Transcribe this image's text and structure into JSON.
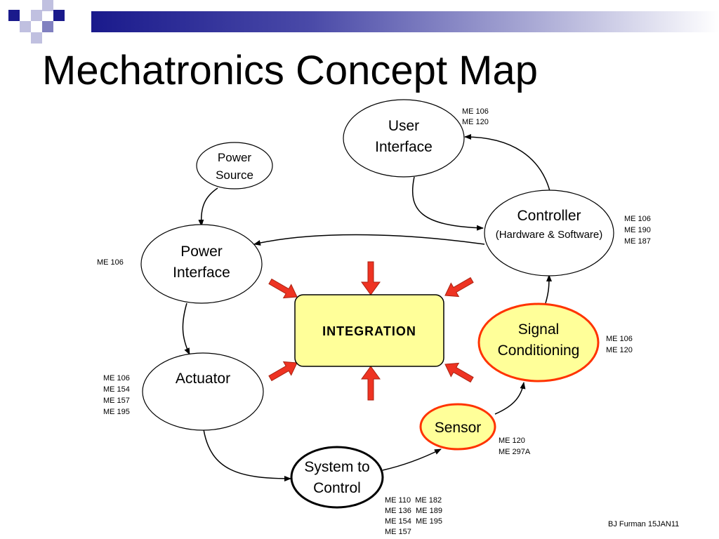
{
  "slide": {
    "title": "Mechatronics Concept Map",
    "footer": "BJ Furman 15JAN11"
  },
  "colors": {
    "header_dark": "#1a1a8c",
    "header_mid": "#8080c0",
    "header_light": "#c0c0e0",
    "highlight_fill": "#ffff99",
    "highlight_border": "#ff3300",
    "integration_fill": "#ffff99",
    "arrow_red": "#ee3322",
    "line": "#000000"
  },
  "nodes": {
    "user_interface": {
      "lines": [
        "User",
        "Interface"
      ],
      "courses": [
        "ME 106",
        "ME 120"
      ]
    },
    "power_source": {
      "lines": [
        "Power",
        "Source"
      ]
    },
    "controller": {
      "lines": [
        "Controller",
        "(Hardware & Software)"
      ],
      "courses": [
        "ME 106",
        "ME 190",
        "ME 187"
      ]
    },
    "power_interface": {
      "lines": [
        "Power",
        "Interface"
      ],
      "courses": [
        "ME 106"
      ]
    },
    "integration": {
      "label": "INTEGRATION"
    },
    "signal_conditioning": {
      "lines": [
        "Signal",
        "Conditioning"
      ],
      "courses": [
        "ME 106",
        "ME 120"
      ]
    },
    "actuator": {
      "lines": [
        "Actuator"
      ],
      "courses": [
        "ME 106",
        "ME 154",
        "ME 157",
        "ME 195"
      ]
    },
    "sensor": {
      "lines": [
        "Sensor"
      ],
      "courses": [
        "ME 120",
        "ME 297A"
      ]
    },
    "system_to_control": {
      "lines": [
        "System to",
        "Control"
      ],
      "courses": [
        "ME 110  ME 182",
        "ME 136  ME 189",
        "ME 154  ME 195",
        "ME 157"
      ]
    }
  }
}
